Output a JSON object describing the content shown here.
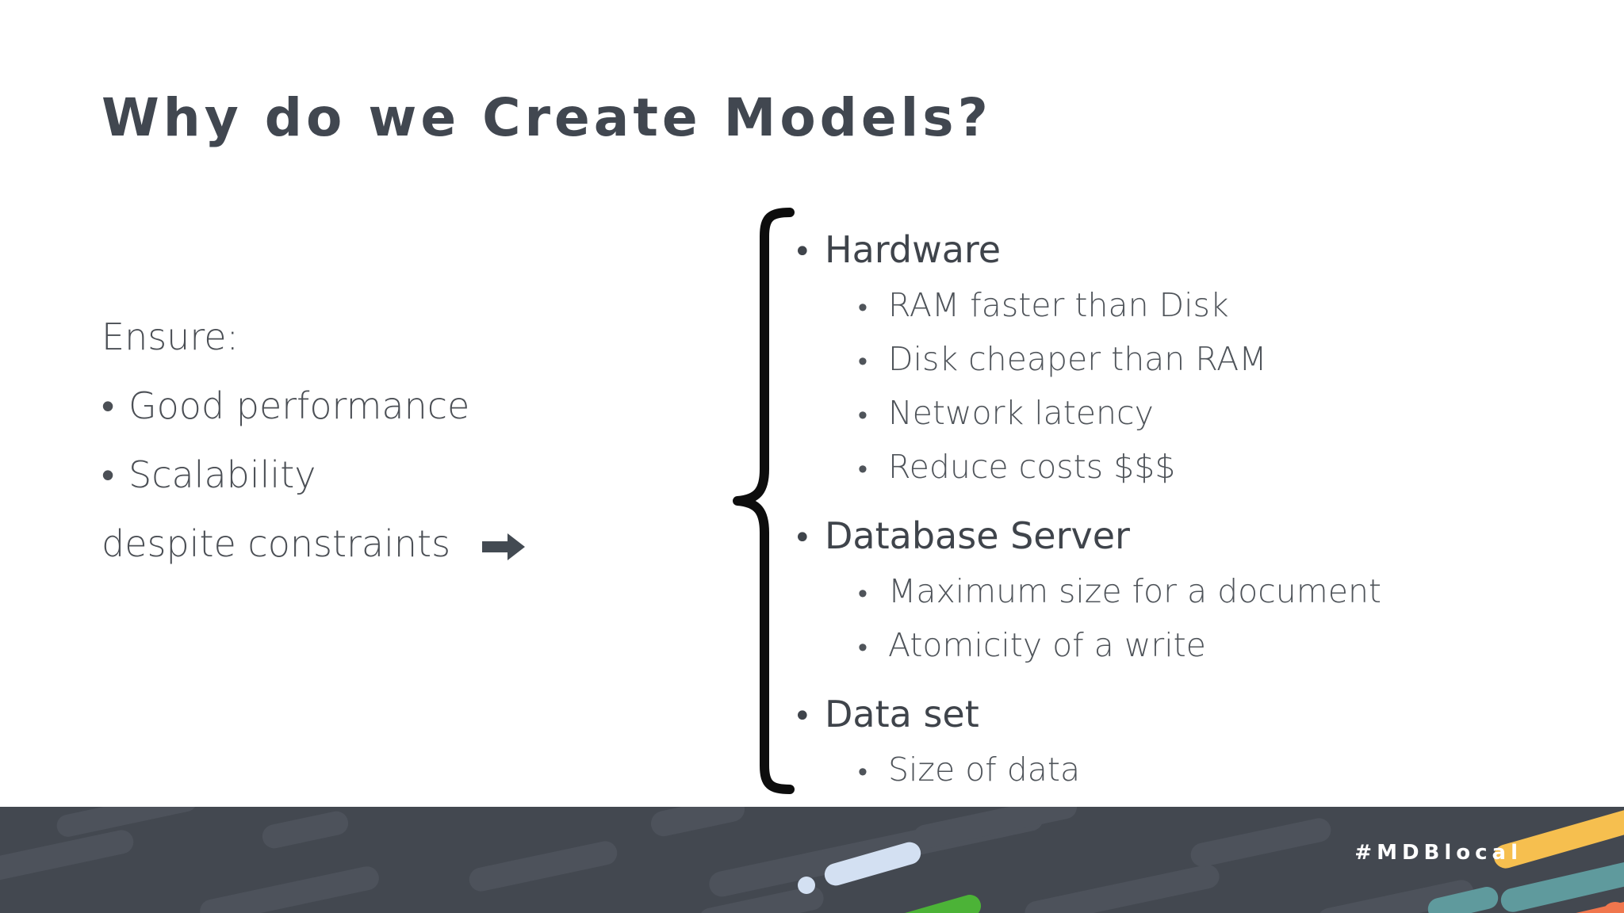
{
  "slide": {
    "title": "Why do we Create Models?",
    "background_color": "#ffffff",
    "text_color": "#4b4f55"
  },
  "left_column": {
    "intro": "Ensure:",
    "bullets": [
      "Good performance",
      "Scalability"
    ],
    "closing": "despite constraints",
    "arrow_icon": "right-arrow-icon"
  },
  "right_column": {
    "brace_icon": "left-curly-brace",
    "groups": [
      {
        "title": "Hardware",
        "items": [
          "RAM faster than Disk",
          "Disk cheaper than RAM",
          "Network latency",
          "Reduce costs $$$"
        ]
      },
      {
        "title": "Database Server",
        "items": [
          "Maximum size for a document",
          "Atomicity of a write"
        ]
      },
      {
        "title": "Data set",
        "items": [
          "Size of data"
        ]
      }
    ]
  },
  "footer": {
    "hashtag": "#MDBlocal",
    "background_color": "#434850",
    "accent_colors": {
      "yellow": "#f6bf4f",
      "teal": "#5f9a9d",
      "orange": "#f0764d",
      "green": "#4cb337",
      "light_blue": "#d3e0f2",
      "muted_bar": "#4d525b"
    }
  }
}
